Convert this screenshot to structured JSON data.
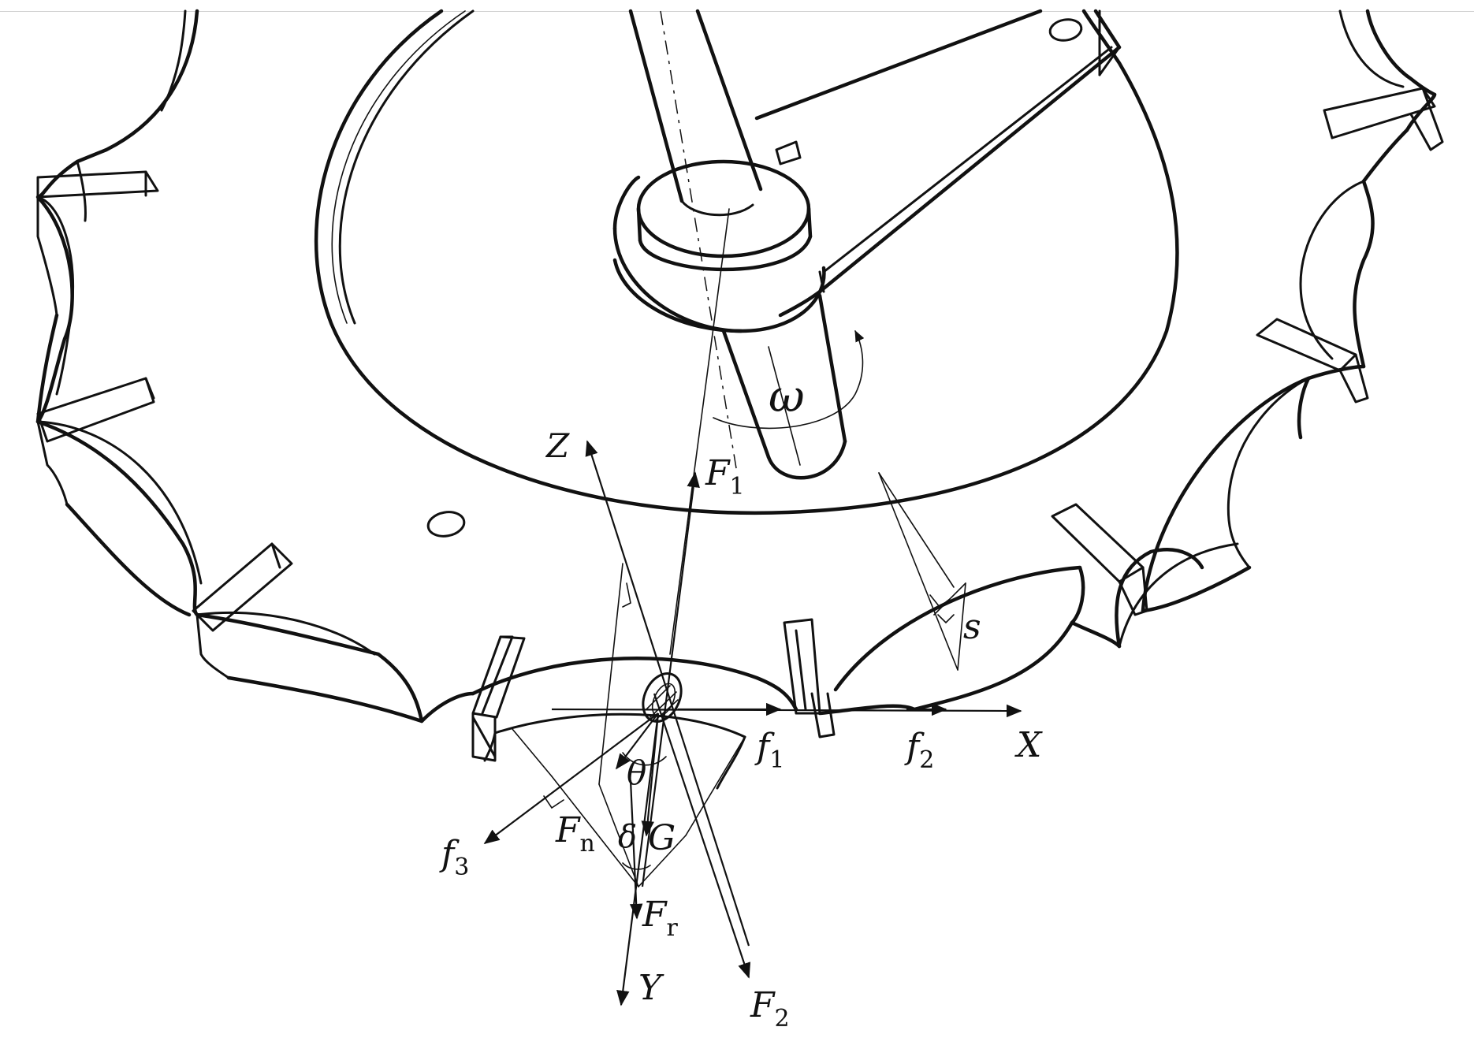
{
  "diagram": {
    "labels": {
      "omega": "ω",
      "Z": "Z",
      "F1": "F",
      "F1_sub": "1",
      "X": "X",
      "f1": "f",
      "f1_sub": "1",
      "f2": "f",
      "f2_sub": "2",
      "f3": "f",
      "f3_sub": "3",
      "theta": "θ",
      "Fn": "F",
      "Fn_sub": "n",
      "delta": "δ",
      "G": "G",
      "Fr": "F",
      "Fr_sub": "r",
      "Y": "Y",
      "F2": "F",
      "F2_sub": "2",
      "s": "s"
    },
    "colors": {
      "line": "#111111",
      "background": "#ffffff"
    }
  }
}
